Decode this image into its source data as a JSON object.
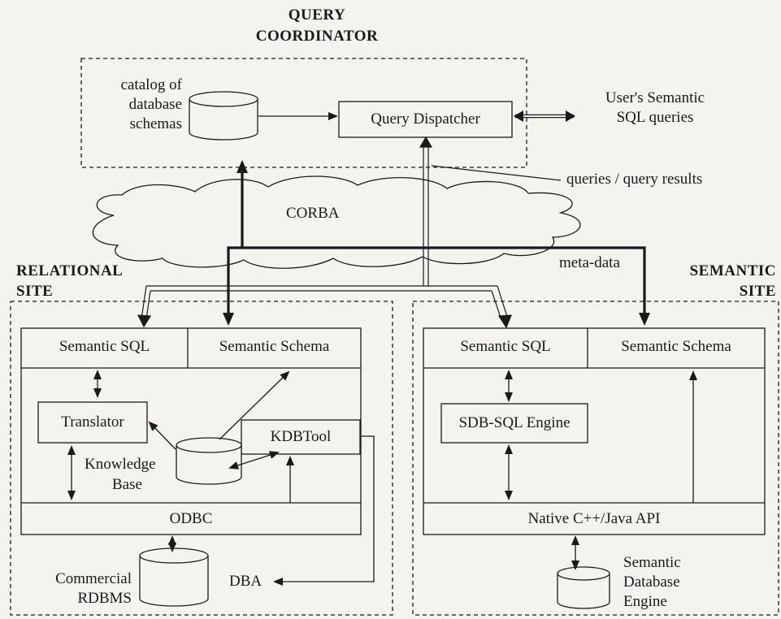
{
  "coordinator": {
    "title_line1": "QUERY",
    "title_line2": "COORDINATOR",
    "catalog_line1": "catalog of",
    "catalog_line2": "database",
    "catalog_line3": "schemas",
    "dispatcher": "Query Dispatcher",
    "user_line1": "User's Semantic",
    "user_line2": "SQL queries",
    "queries_results": "queries / query results"
  },
  "network": {
    "corba": "CORBA",
    "metadata": "meta-data"
  },
  "relational": {
    "title_line1": "RELATIONAL",
    "title_line2": "SITE",
    "semantic_sql": "Semantic SQL",
    "semantic_schema": "Semantic Schema",
    "translator": "Translator",
    "kdbtool": "KDBTool",
    "kb_line1": "Knowledge",
    "kb_line2": "Base",
    "odbc": "ODBC",
    "rdbms_line1": "Commercial",
    "rdbms_line2": "RDBMS",
    "dba": "DBA"
  },
  "semantic": {
    "title_line1": "SEMANTIC",
    "title_line2": "SITE",
    "semantic_sql": "Semantic SQL",
    "semantic_schema": "Semantic Schema",
    "engine": "SDB-SQL Engine",
    "api": "Native C++/Java API",
    "db_line1": "Semantic",
    "db_line2": "Database",
    "db_line3": "Engine"
  }
}
